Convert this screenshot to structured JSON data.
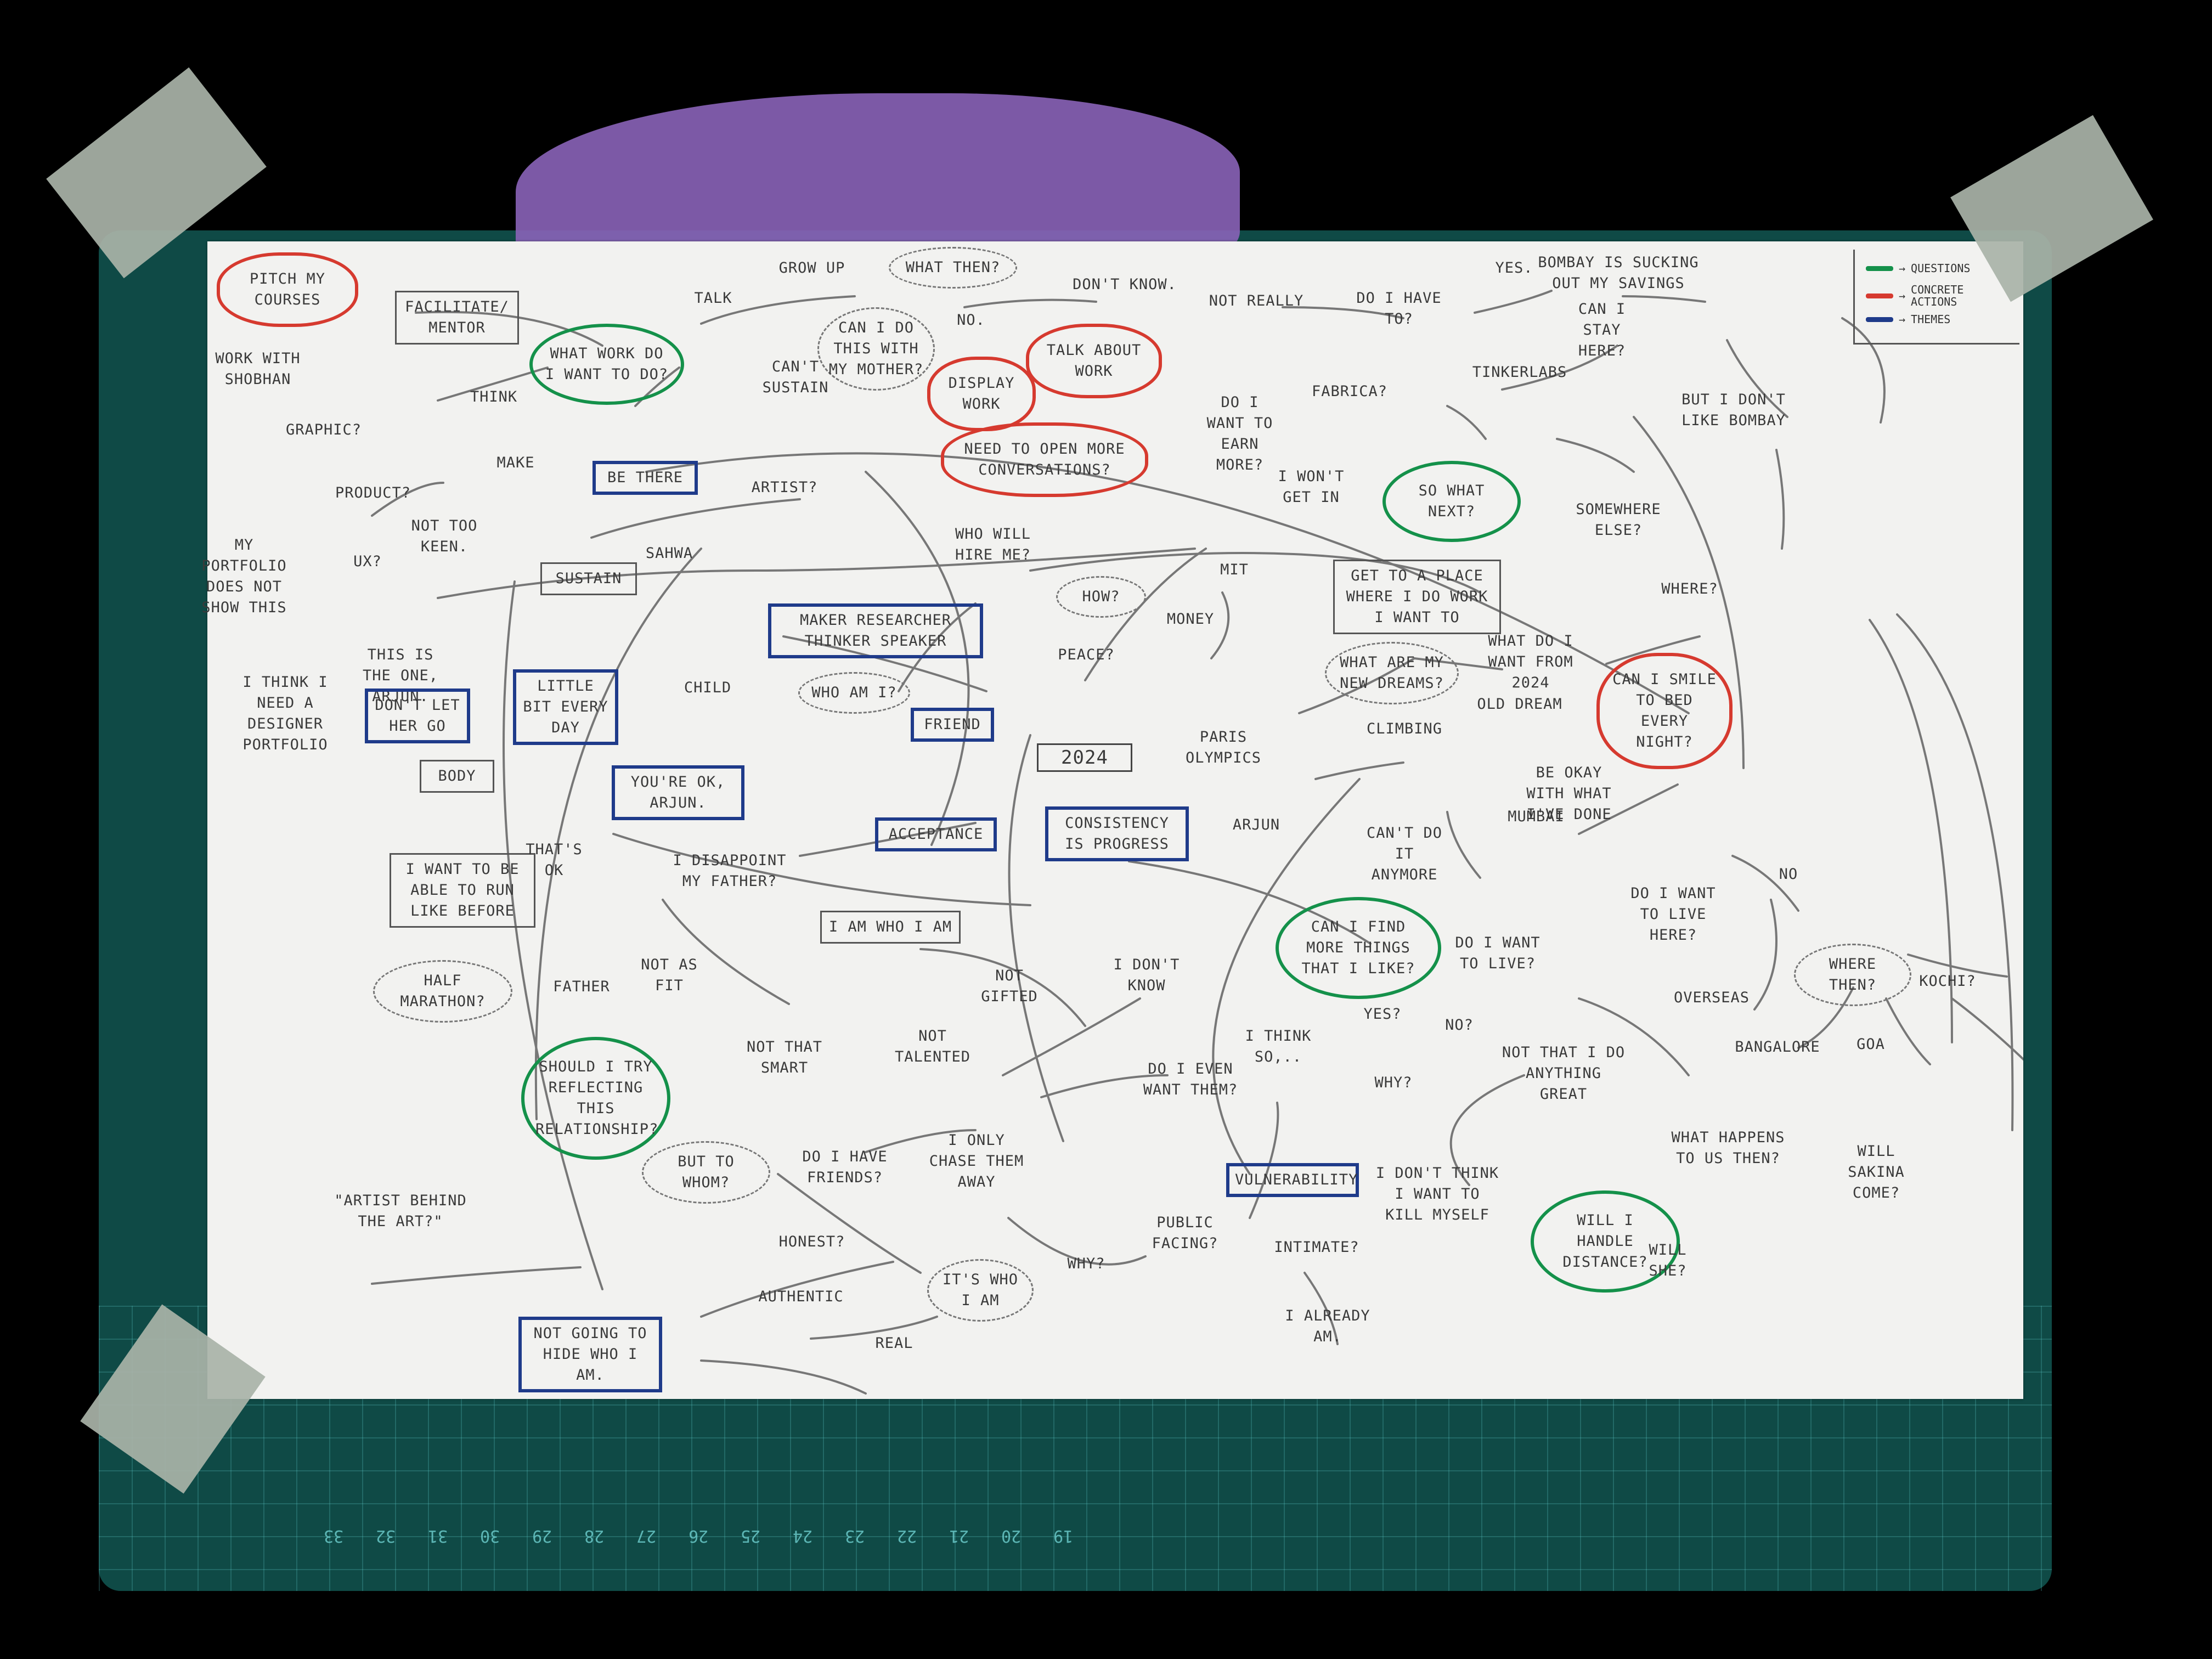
{
  "legend": [
    {
      "label": "QUESTIONS",
      "color": "#14914a"
    },
    {
      "label": "CONCRETE ACTIONS",
      "color": "#d63a2f"
    },
    {
      "label": "THEMES",
      "color": "#1f3b8a"
    }
  ],
  "ruler_marks": [
    "33",
    "32",
    "31",
    "30",
    "29",
    "28",
    "27",
    "26",
    "25",
    "24",
    "23",
    "22",
    "21",
    "20",
    "19"
  ],
  "nodes": [
    {
      "id": "pitch",
      "text": "PITCH MY COURSES",
      "kind": "a"
    },
    {
      "id": "work_shoebhan",
      "text": "WORK WITH SHOBHAN",
      "kind": "plain"
    },
    {
      "id": "facilitate",
      "text": "FACILITATE/ MENTOR",
      "kind": "box"
    },
    {
      "id": "what_work",
      "text": "WHAT WORK DO I WANT TO DO?",
      "kind": "q"
    },
    {
      "id": "talk",
      "text": "TALK",
      "kind": "plain"
    },
    {
      "id": "grow_up",
      "text": "GROW UP",
      "kind": "plain"
    },
    {
      "id": "what_then",
      "text": "WHAT THEN?",
      "kind": "cloud"
    },
    {
      "id": "dont_know",
      "text": "DON'T KNOW.",
      "kind": "plain"
    },
    {
      "id": "can_i_do",
      "text": "CAN I DO THIS WITH MY MOTHER?",
      "kind": "cloud"
    },
    {
      "id": "no1",
      "text": "NO.",
      "kind": "plain"
    },
    {
      "id": "display_work",
      "text": "DISPLAY WORK",
      "kind": "a"
    },
    {
      "id": "talk_about_work",
      "text": "TALK ABOUT WORK",
      "kind": "a"
    },
    {
      "id": "need_open",
      "text": "NEED TO OPEN MORE CONVERSATIONS?",
      "kind": "a"
    },
    {
      "id": "not_really",
      "text": "NOT REALLY",
      "kind": "plain"
    },
    {
      "id": "do_i_have_to",
      "text": "DO I HAVE TO?",
      "kind": "plain"
    },
    {
      "id": "yes1",
      "text": "YES.",
      "kind": "plain"
    },
    {
      "id": "bombay_sucking",
      "text": "BOMBAY IS SUCKING OUT MY SAVINGS",
      "kind": "plain"
    },
    {
      "id": "can_i_stay",
      "text": "CAN I STAY HERE?",
      "kind": "plain"
    },
    {
      "id": "but_dont_like",
      "text": "BUT I DON'T LIKE BOMBAY",
      "kind": "plain"
    },
    {
      "id": "think",
      "text": "THINK",
      "kind": "plain"
    },
    {
      "id": "make",
      "text": "MAKE",
      "kind": "plain"
    },
    {
      "id": "cant_sustain",
      "text": "CAN'T SUSTAIN",
      "kind": "plain"
    },
    {
      "id": "graphic",
      "text": "GRAPHIC?",
      "kind": "plain"
    },
    {
      "id": "product",
      "text": "PRODUCT?",
      "kind": "plain"
    },
    {
      "id": "not_too_keen",
      "text": "NOT TOO KEEN.",
      "kind": "plain"
    },
    {
      "id": "ux",
      "text": "UX?",
      "kind": "plain"
    },
    {
      "id": "portfolio_show",
      "text": "MY PORTFOLIO DOES NOT SHOW THIS",
      "kind": "plain"
    },
    {
      "id": "be_there",
      "text": "BE THERE",
      "kind": "theme"
    },
    {
      "id": "artist",
      "text": "ARTIST?",
      "kind": "plain"
    },
    {
      "id": "do_i_want_earn",
      "text": "DO I WANT TO EARN MORE?",
      "kind": "plain"
    },
    {
      "id": "fabrica",
      "text": "FABRICA?",
      "kind": "plain"
    },
    {
      "id": "tinkerlabs",
      "text": "TINKERLABS",
      "kind": "plain"
    },
    {
      "id": "so_what_next",
      "text": "SO WHAT NEXT?",
      "kind": "q"
    },
    {
      "id": "wont_get_in",
      "text": "I WON'T GET IN",
      "kind": "plain"
    },
    {
      "id": "somewhere_else",
      "text": "SOMEWHERE ELSE?",
      "kind": "plain"
    },
    {
      "id": "who_hire",
      "text": "WHO WILL HIRE ME?",
      "kind": "plain"
    },
    {
      "id": "sustain",
      "text": "SUSTAIN",
      "kind": "box"
    },
    {
      "id": "sahwa",
      "text": "SAHWA",
      "kind": "plain"
    },
    {
      "id": "maker_group",
      "text": "MAKER RESEARCHER THINKER SPEAKER",
      "kind": "theme"
    },
    {
      "id": "mit",
      "text": "MIT",
      "kind": "plain"
    },
    {
      "id": "get_to_place",
      "text": "GET TO A PLACE WHERE I DO WORK I WANT TO",
      "kind": "box"
    },
    {
      "id": "where",
      "text": "WHERE?",
      "kind": "plain"
    },
    {
      "id": "how",
      "text": "HOW?",
      "kind": "cloud"
    },
    {
      "id": "peace",
      "text": "PEACE?",
      "kind": "plain"
    },
    {
      "id": "money",
      "text": "MONEY",
      "kind": "plain"
    },
    {
      "id": "new_dreams",
      "text": "WHAT ARE MY NEW DREAMS?",
      "kind": "cloud"
    },
    {
      "id": "what_want_2024",
      "text": "WHAT DO I WANT FROM 2024",
      "kind": "plain"
    },
    {
      "id": "smile",
      "text": "CAN I SMILE TO BED EVERY NIGHT?",
      "kind": "a"
    },
    {
      "id": "this_is_one",
      "text": "THIS IS THE ONE, ARJUN.",
      "kind": "plain"
    },
    {
      "id": "dont_let",
      "text": "DON'T LET HER GO",
      "kind": "theme"
    },
    {
      "id": "little_bit",
      "text": "LITTLE BIT EVERY DAY",
      "kind": "theme"
    },
    {
      "id": "child",
      "text": "CHILD",
      "kind": "plain"
    },
    {
      "id": "who_am_i",
      "text": "WHO AM I?",
      "kind": "cloud"
    },
    {
      "id": "friend",
      "text": "FRIEND",
      "kind": "theme"
    },
    {
      "id": "think_designer",
      "text": "I THINK I NEED A DESIGNER PORTFOLIO",
      "kind": "plain"
    },
    {
      "id": "old_dream",
      "text": "OLD DREAM",
      "kind": "plain"
    },
    {
      "id": "climbing",
      "text": "CLIMBING",
      "kind": "plain"
    },
    {
      "id": "paris",
      "text": "PARIS OLYMPICS",
      "kind": "plain"
    },
    {
      "id": "y2024",
      "text": "2024",
      "kind": "yr"
    },
    {
      "id": "be_okay",
      "text": "BE OKAY WITH WHAT I'VE DONE",
      "kind": "plain"
    },
    {
      "id": "body",
      "text": "BODY",
      "kind": "box"
    },
    {
      "id": "youre_ok",
      "text": "YOU'RE OK, ARJUN.",
      "kind": "theme"
    },
    {
      "id": "acceptance",
      "text": "ACCEPTANCE",
      "kind": "theme"
    },
    {
      "id": "consistency",
      "text": "CONSISTENCY IS PROGRESS",
      "kind": "theme"
    },
    {
      "id": "arjun",
      "text": "ARJUN",
      "kind": "plain"
    },
    {
      "id": "cant_do",
      "text": "CAN'T DO IT ANYMORE",
      "kind": "plain"
    },
    {
      "id": "mumbai",
      "text": "MUMBAI",
      "kind": "plain"
    },
    {
      "id": "want_run",
      "text": "I WANT TO BE ABLE TO RUN LIKE BEFORE",
      "kind": "box"
    },
    {
      "id": "thats_ok",
      "text": "THAT'S OK",
      "kind": "plain"
    },
    {
      "id": "disappoint",
      "text": "I DISAPPOINT MY FATHER?",
      "kind": "plain"
    },
    {
      "id": "can_i_find",
      "text": "CAN I FIND MORE THINGS THAT I LIKE?",
      "kind": "q"
    },
    {
      "id": "do_i_want_live_here",
      "text": "DO I WANT TO LIVE HERE?",
      "kind": "plain"
    },
    {
      "id": "no2",
      "text": "NO",
      "kind": "plain"
    },
    {
      "id": "i_am_who",
      "text": "I AM WHO I AM",
      "kind": "box"
    },
    {
      "id": "not_as_fit",
      "text": "NOT AS FIT",
      "kind": "plain"
    },
    {
      "id": "half_marathon",
      "text": "HALF MARATHON?",
      "kind": "cloud"
    },
    {
      "id": "not_gifted",
      "text": "NOT GIFTED",
      "kind": "plain"
    },
    {
      "id": "dont_know2",
      "text": "I DON'T KNOW",
      "kind": "plain"
    },
    {
      "id": "do_i_want_live",
      "text": "DO I WANT TO LIVE?",
      "kind": "plain"
    },
    {
      "id": "where_then",
      "text": "WHERE THEN?",
      "kind": "cloud"
    },
    {
      "id": "kochi",
      "text": "KOCHI?",
      "kind": "plain"
    },
    {
      "id": "father",
      "text": "FATHER",
      "kind": "plain"
    },
    {
      "id": "overseas",
      "text": "OVERSEAS",
      "kind": "plain"
    },
    {
      "id": "not_that_smart",
      "text": "NOT THAT SMART",
      "kind": "plain"
    },
    {
      "id": "not_talented",
      "text": "NOT TALENTED",
      "kind": "plain"
    },
    {
      "id": "i_think_so",
      "text": "I THINK SO,..",
      "kind": "plain"
    },
    {
      "id": "yes2",
      "text": "YES?",
      "kind": "plain"
    },
    {
      "id": "no3",
      "text": "NO?",
      "kind": "plain"
    },
    {
      "id": "not_that_great",
      "text": "NOT THAT I DO ANYTHING GREAT",
      "kind": "plain"
    },
    {
      "id": "bangalore",
      "text": "BANGALORE",
      "kind": "plain"
    },
    {
      "id": "goa",
      "text": "GOA",
      "kind": "plain"
    },
    {
      "id": "should_reflect",
      "text": "SHOULD I TRY REFLECTING THIS RELATIONSHIP?",
      "kind": "q"
    },
    {
      "id": "do_i_even",
      "text": "DO I EVEN WANT THEM?",
      "kind": "plain"
    },
    {
      "id": "why1",
      "text": "WHY?",
      "kind": "plain"
    },
    {
      "id": "but_to_whom",
      "text": "BUT TO WHOM?",
      "kind": "cloud"
    },
    {
      "id": "do_i_have_friends",
      "text": "DO I HAVE FRIENDS?",
      "kind": "plain"
    },
    {
      "id": "chase_away",
      "text": "I ONLY CHASE THEM AWAY",
      "kind": "plain"
    },
    {
      "id": "what_happens",
      "text": "WHAT HAPPENS TO US THEN?",
      "kind": "plain"
    },
    {
      "id": "will_sakina",
      "text": "WILL SAKINA COME?",
      "kind": "plain"
    },
    {
      "id": "vulnerability",
      "text": "VULNERABILITY",
      "kind": "theme"
    },
    {
      "id": "dont_think_kill",
      "text": "I DON'T THINK I WANT TO KILL MYSELF",
      "kind": "plain"
    },
    {
      "id": "will_handle",
      "text": "WILL I HANDLE DISTANCE?",
      "kind": "q"
    },
    {
      "id": "will_she",
      "text": "WILL SHE?",
      "kind": "plain"
    },
    {
      "id": "artist_behind",
      "text": "\"ARTIST BEHIND THE ART?\"",
      "kind": "plain"
    },
    {
      "id": "honest",
      "text": "HONEST?",
      "kind": "plain"
    },
    {
      "id": "its_who",
      "text": "IT'S WHO I AM",
      "kind": "cloud"
    },
    {
      "id": "why2",
      "text": "WHY?",
      "kind": "plain"
    },
    {
      "id": "public",
      "text": "PUBLIC FACING?",
      "kind": "plain"
    },
    {
      "id": "intimate",
      "text": "INTIMATE?",
      "kind": "plain"
    },
    {
      "id": "authentic",
      "text": "AUTHENTIC",
      "kind": "plain"
    },
    {
      "id": "not_going_hide",
      "text": "NOT GOING TO HIDE WHO I AM.",
      "kind": "theme"
    },
    {
      "id": "real",
      "text": "REAL",
      "kind": "plain"
    },
    {
      "id": "already_am",
      "text": "I ALREADY AM.",
      "kind": "plain"
    }
  ]
}
